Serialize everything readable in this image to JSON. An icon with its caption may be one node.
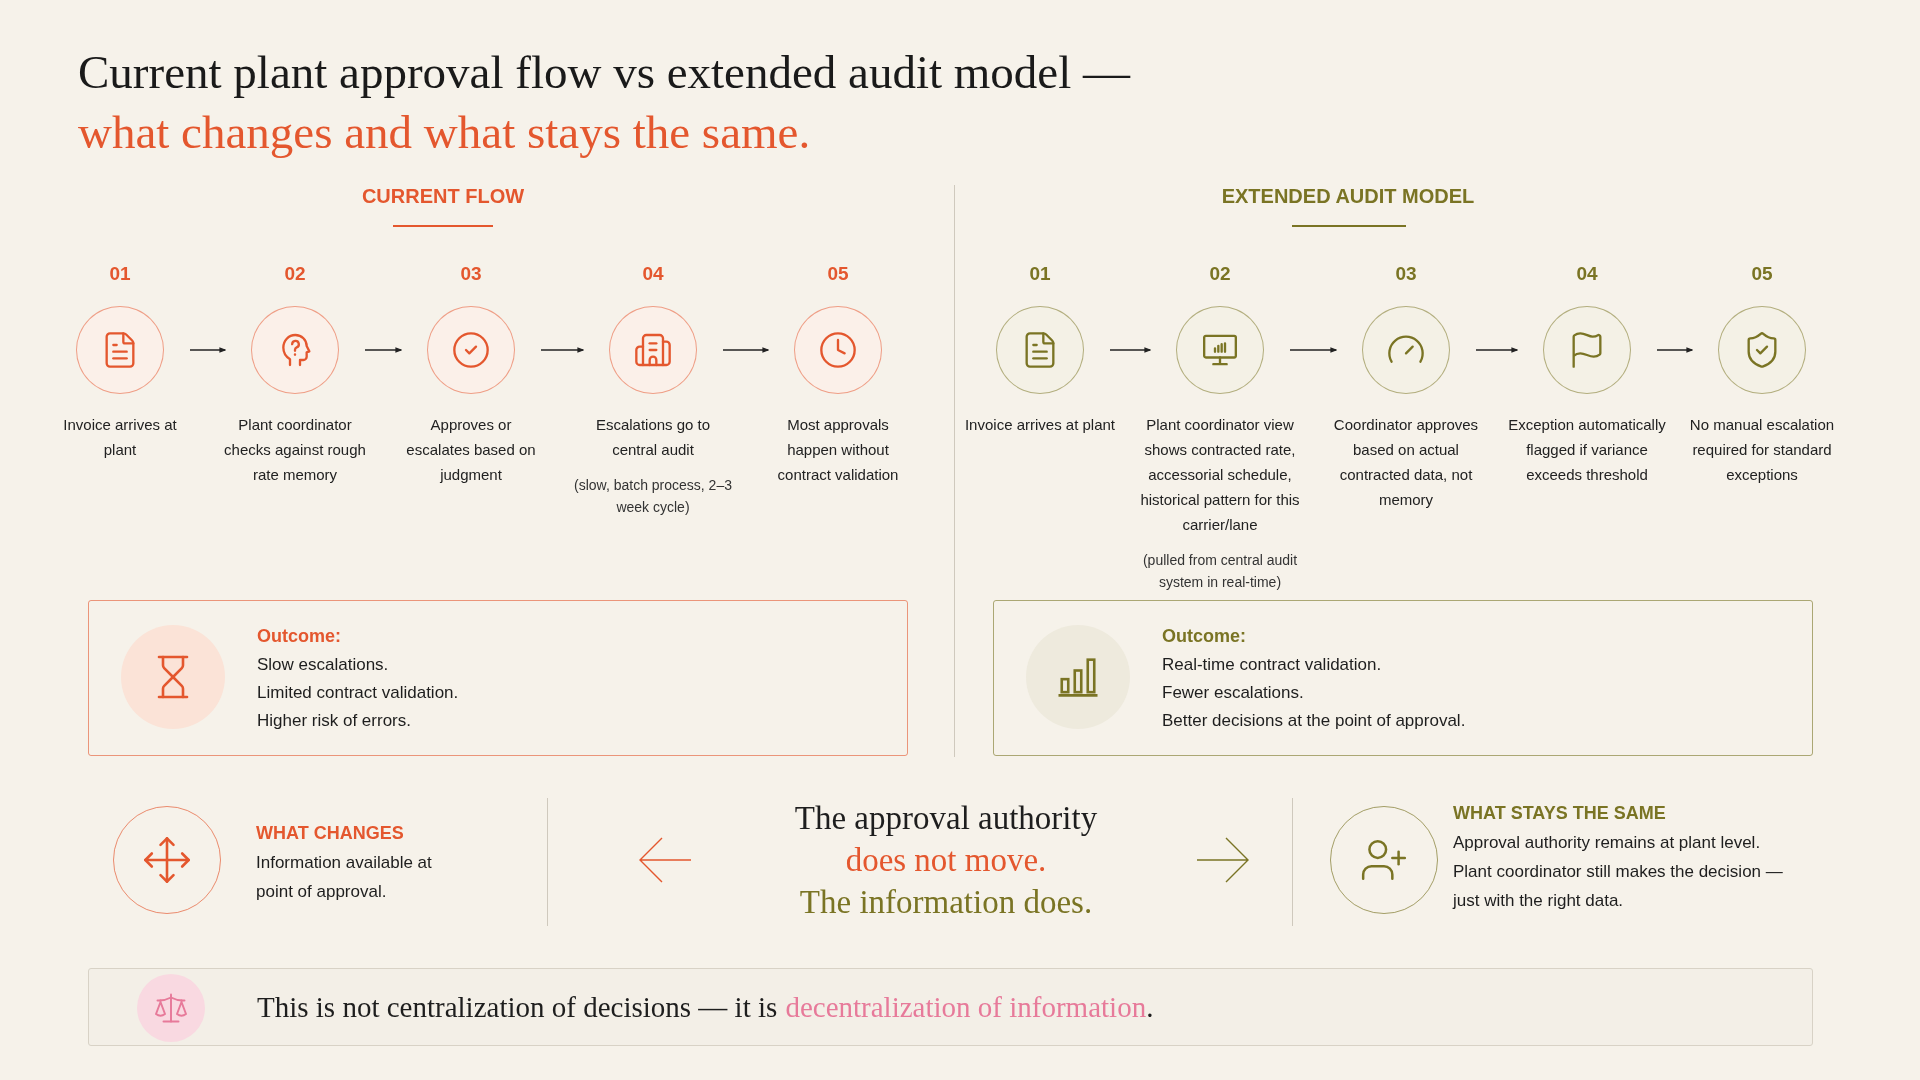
{
  "diagram": {
    "title": "Current plant approval flow vs extended audit model —",
    "nodes": [
      {
        "text": [
          "01",
          "Invoice arrives at plant"
        ]
      },
      {
        "text": [
          "02",
          "Plant coordinator checks against rough rate memory"
        ]
      },
      {
        "text": [
          "03",
          "Approves or escalates based on judgment"
        ]
      },
      {
        "text": [
          "04",
          "Escalations go to central audit",
          "(slow, batch process, 2–3 week cycle)"
        ]
      },
      {
        "text": [
          "05",
          "Most approvals happen without contract validation"
        ]
      },
      {
        "text": [
          "01",
          "Invoice arrives at plant"
        ]
      },
      {
        "text": [
          "02",
          "Plant coordinator view shows contracted rate, accessorial schedule, historical pattern for this carrier/lane",
          "(pulled from central audit system in real-time)"
        ]
      },
      {
        "text": [
          "03",
          "Coordinator approves based on actual contracted data, not memory"
        ]
      },
      {
        "text": [
          "04",
          "Exception automatically flagged if variance exceeds threshold"
        ]
      },
      {
        "text": [
          "05",
          "No manual escalation required for standard exceptions"
        ]
      },
      {
        "text": [
          "Outcome:",
          "Slow escalations.",
          "Limited contract validation.",
          "Higher risk of errors."
        ]
      },
      {
        "text": [
          "Outcome:",
          "Real-time contract validation.",
          "Fewer escalations.",
          "Better decisions at the point of approval."
        ]
      },
      {
        "text": [
          "WHAT CHANGES",
          "Information available at point of approval."
        ]
      },
      {
        "text": [
          "The approval authority",
          "does not move.",
          "The information does."
        ]
      },
      {
        "text": [
          "WHAT STAYS THE SAME",
          "Approval authority remains at plant level.",
          "Plant coordinator still makes the decision — just with the right data."
        ]
      },
      {
        "text": [
          "This is not centralization of decisions — it is",
          "decentralization of information",
          "."
        ]
      }
    ],
    "edges": [
      {
        "from": 0,
        "to": 1,
        "arrow": "to"
      },
      {
        "from": 1,
        "to": 2,
        "arrow": "to"
      },
      {
        "from": 2,
        "to": 3,
        "arrow": "to"
      },
      {
        "from": 3,
        "to": 4,
        "arrow": "to"
      },
      {
        "from": 5,
        "to": 6,
        "arrow": "to"
      },
      {
        "from": 6,
        "to": 7,
        "arrow": "to"
      },
      {
        "from": 7,
        "to": 8,
        "arrow": "to"
      },
      {
        "from": 8,
        "to": 9,
        "arrow": "to"
      }
    ],
    "labels": [
      "what changes and what stays the same.",
      "CURRENT FLOW",
      "EXTENDED AUDIT MODEL"
    ]
  }
}
